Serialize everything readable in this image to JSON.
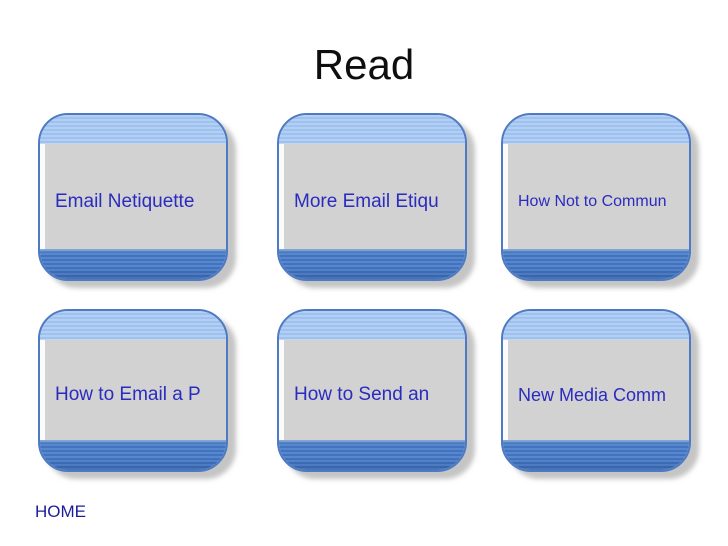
{
  "slide": {
    "title": "Read",
    "home_label": "HOME"
  },
  "cards": [
    {
      "label": "Email Netiquette"
    },
    {
      "label": "More Email Etiqu"
    },
    {
      "label": "How Not to Commun"
    },
    {
      "label": "How to Email a P"
    },
    {
      "label": "How to Send an"
    },
    {
      "label": "New Media Comm"
    }
  ],
  "colors": {
    "background": "#ffffff",
    "title_text": "#0e0e0e",
    "card_border": "#4d7ac3",
    "card_top_band_light": "#b4cff5",
    "card_top_band_dark": "#9fc1ee",
    "card_body_gray": "#d2d2d2",
    "card_page_edge": "#fbfbfb",
    "card_bottom_band_light": "#5787cf",
    "card_bottom_band_dark": "#4273bc",
    "card_link_text": "#2b2bbf",
    "home_link_text": "#1c1c99",
    "shadow": "#8c8c8c"
  }
}
